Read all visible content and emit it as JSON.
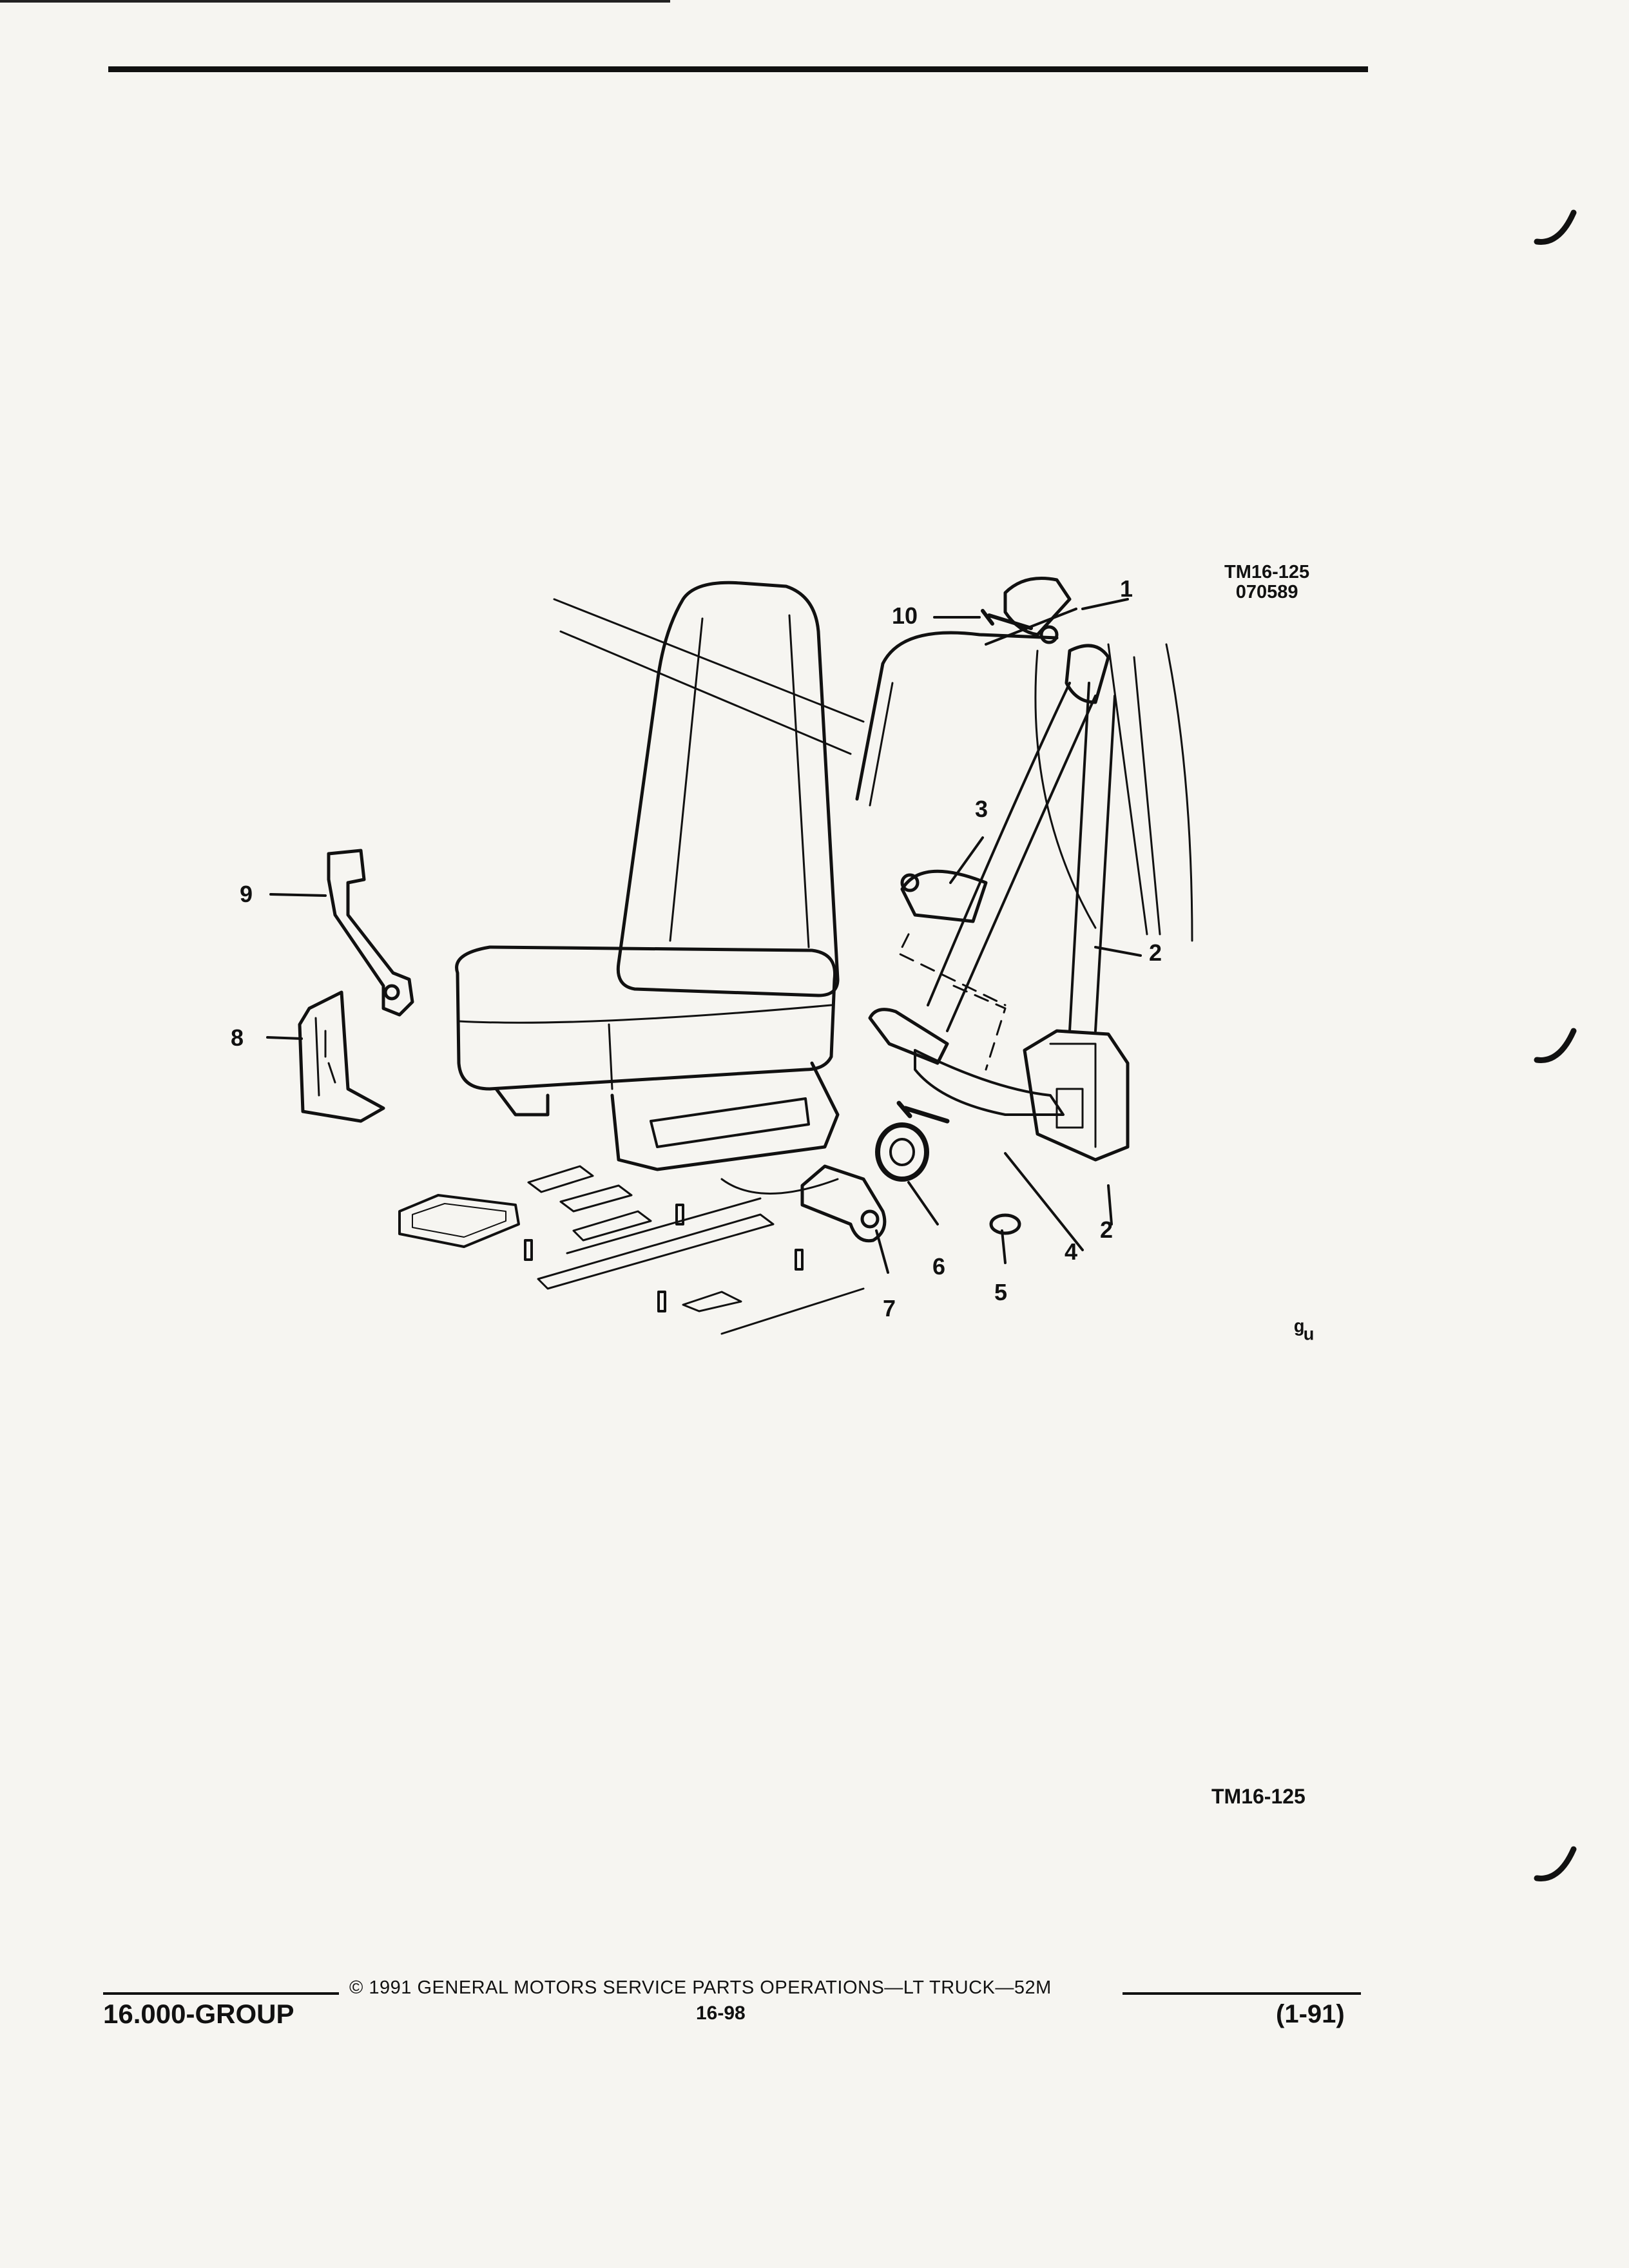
{
  "figure_ref": {
    "line1": "TM16-125",
    "line2": "070589"
  },
  "figure_ref_bottom": "TM16-125",
  "callouts": [
    "1",
    "2",
    "2",
    "3",
    "4",
    "5",
    "6",
    "7",
    "8",
    "9",
    "10"
  ],
  "logo_text": "ᵍᵤ",
  "footer": {
    "copyright": "© 1991 GENERAL MOTORS SERVICE PARTS OPERATIONS—LT TRUCK—52M",
    "group": "16.000-GROUP",
    "page": "16-98",
    "date": "(1-91)"
  }
}
